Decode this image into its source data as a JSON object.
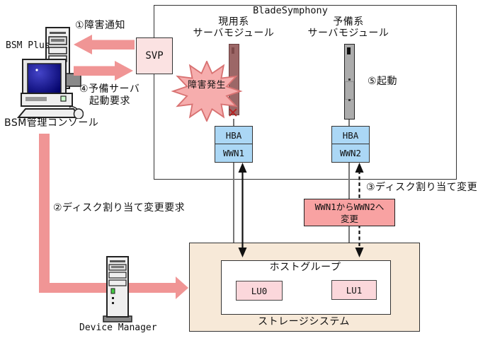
{
  "colors": {
    "salmon": "#F09595",
    "pink_light": "#FBE2E2",
    "pink_strong": "#F8A2A2",
    "pink_lu": "#FBD7DB",
    "blue": "#ABD7F5",
    "tan": "#F7E9D8",
    "maroon": "#9C6767",
    "gray_module": "#ACACAC",
    "burst_fill": "#F6ADAD",
    "burst_stroke": "#D87272",
    "red_x": "#B52121"
  },
  "bladesymphony": {
    "title": "BladeSymphony"
  },
  "svp_label": "SVP",
  "active_module": {
    "line1": "現用系",
    "line2": "サーバモジュール"
  },
  "standby_module": {
    "line1": "予備系",
    "line2": "サーバモジュール"
  },
  "failure_burst": "障害発生",
  "failure_mark": "✕",
  "hba_active": {
    "hba": "HBA",
    "wwn": "WWN1"
  },
  "hba_standby": {
    "hba": "HBA",
    "wwn": "WWN2"
  },
  "console": {
    "name": "BSM Plus",
    "caption": "BSM管理コンソール"
  },
  "device_manager_caption": "Device Manager",
  "steps": {
    "s1": "①障害通知",
    "s2": "②ディスク割り当て変更要求",
    "s3": "③ディスク割り当て変更",
    "s4a": "④予備サーバ",
    "s4b": "起動要求",
    "s5": "⑤起動"
  },
  "wwn_change": {
    "line1": "WWN1からWWN2へ",
    "line2": "変更"
  },
  "storage": {
    "label": "ストレージシステム",
    "host_group": "ホストグループ",
    "lu0": "LU0",
    "lu1": "LU1"
  }
}
